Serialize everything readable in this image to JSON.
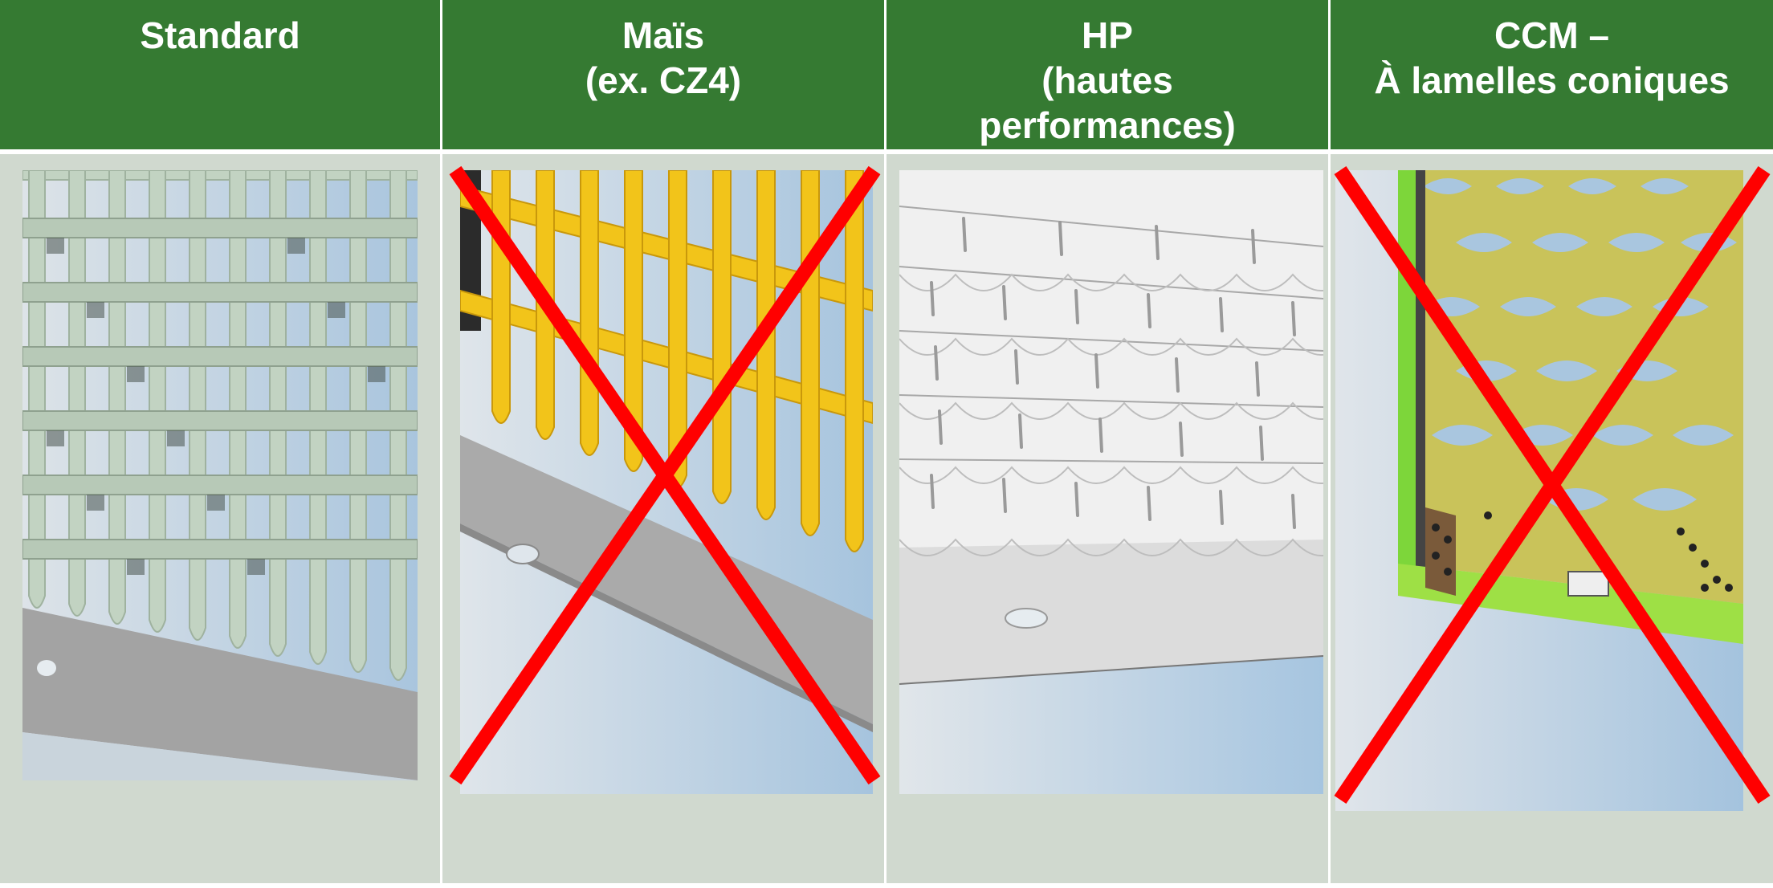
{
  "columns": [
    {
      "title_lines": [
        "Standard"
      ],
      "image": "standard-grate-image",
      "crossed": false
    },
    {
      "title_lines": [
        "Maïs",
        "(ex. CZ4)"
      ],
      "image": "corn-grate-image",
      "crossed": true
    },
    {
      "title_lines": [
        "HP",
        "(hautes",
        "performances)"
      ],
      "image": "hp-grate-image",
      "crossed": false
    },
    {
      "title_lines": [
        "CCM –",
        "À lamelles coniques"
      ],
      "image": "ccm-grate-image",
      "crossed": true
    }
  ],
  "colors": {
    "header_green": "#357a32",
    "panel_bg": "#d0d9cf",
    "cross_red": "#ff0000",
    "standard_grate": "#c2d3c2",
    "corn_grate": "#f2c41a",
    "hp_grate": "#f0f0f0",
    "ccm_grate": "#c9c35a",
    "ccm_frame": "#7dd63a"
  }
}
